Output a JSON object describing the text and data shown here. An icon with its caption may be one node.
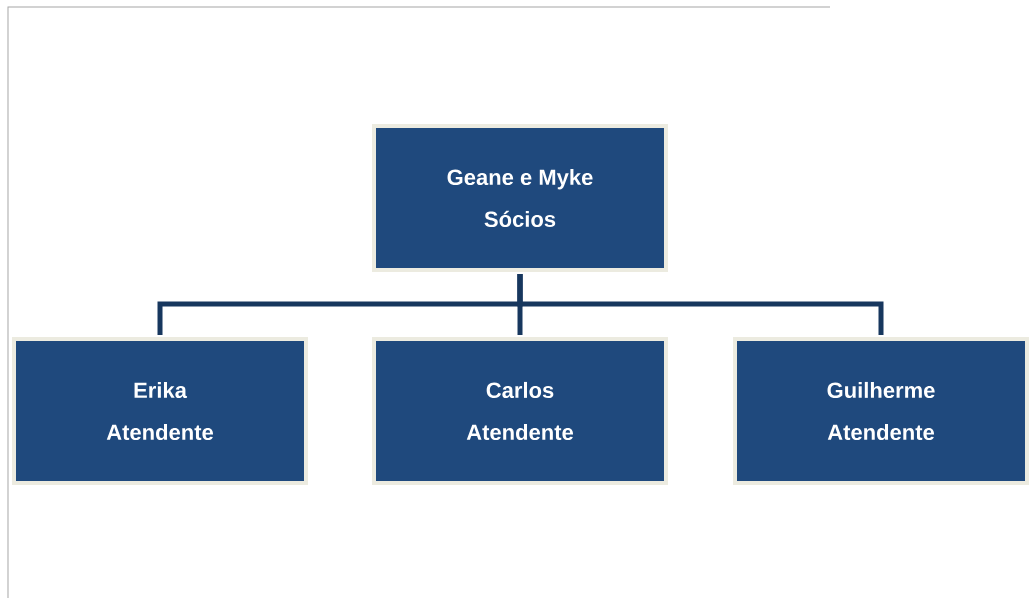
{
  "diagram": {
    "nodes": [
      {
        "text": [
          "Geane e Myke",
          "Sócios"
        ]
      },
      {
        "text": [
          "Erika",
          "Atendente"
        ]
      },
      {
        "text": [
          "Carlos",
          "Atendente"
        ]
      },
      {
        "text": [
          "Guilherme",
          "Atendente"
        ]
      }
    ],
    "edges": [
      {
        "from": 0,
        "to": 1,
        "arrow": "none"
      },
      {
        "from": 0,
        "to": 2,
        "arrow": "none"
      },
      {
        "from": 0,
        "to": 3,
        "arrow": "none"
      }
    ]
  }
}
